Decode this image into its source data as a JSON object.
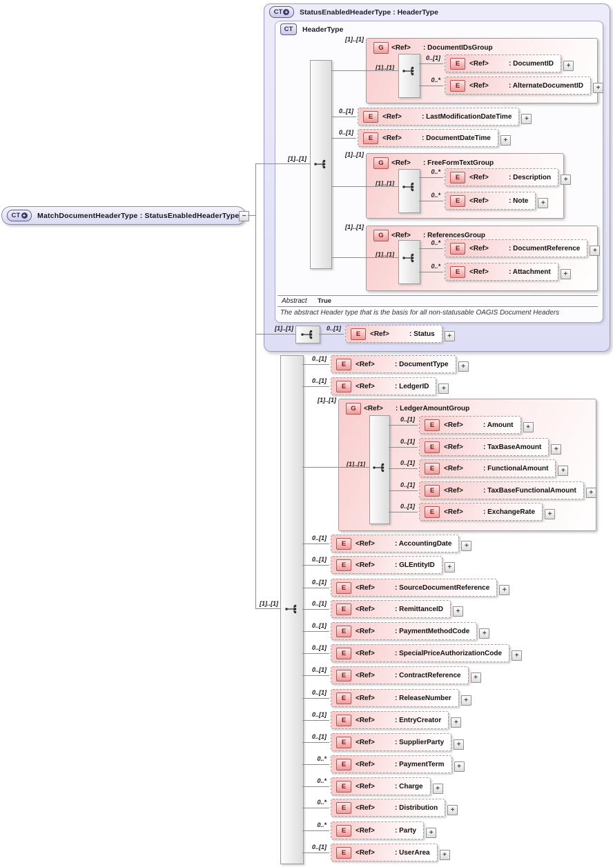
{
  "glyphs": {
    "expand": "+",
    "collapse": "−",
    "badge_ct": "CT",
    "badge_e": "E",
    "badge_g": "G",
    "badge_plus": "+"
  },
  "ref_label": "<Ref>",
  "root": {
    "label": "MatchDocumentHeaderType : StatusEnabledHeaderType"
  },
  "outer": {
    "title": "StatusEnabledHeaderType : HeaderType"
  },
  "header_type": {
    "title": "HeaderType",
    "seq_card": "[1]..[1]",
    "nodes": [
      {
        "kind": "group",
        "card": "[1]..[1]",
        "name": ": DocumentIDsGroup",
        "seq_card": "[1]..[1]",
        "children": [
          {
            "card": "0..[1]",
            "name": ": DocumentID"
          },
          {
            "card": "0..*",
            "name": ": AlternateDocumentID"
          }
        ]
      },
      {
        "kind": "element",
        "card": "0..[1]",
        "name": ": LastModificationDateTime"
      },
      {
        "kind": "element",
        "card": "0..[1]",
        "name": ": DocumentDateTime"
      },
      {
        "kind": "group",
        "card": "[1]..[1]",
        "name": ": FreeFormTextGroup",
        "seq_card": "[1]..[1]",
        "children": [
          {
            "card": "0..*",
            "name": ": Description"
          },
          {
            "card": "0..*",
            "name": ": Note"
          }
        ]
      },
      {
        "kind": "group",
        "card": "[1]..[1]",
        "name": ": ReferencesGroup",
        "seq_card": "[1]..[1]",
        "children": [
          {
            "card": "0..*",
            "name": ": DocumentReference"
          },
          {
            "card": "0..*",
            "name": ": Attachment"
          }
        ]
      }
    ],
    "abstract_label": "Abstract",
    "abstract_value": "True",
    "description": "The abstract Header type that is the basis for all non-statusable OAGIS Document Headers"
  },
  "status_seq": {
    "card": "[1]..[1]"
  },
  "status_element": {
    "card": "0..[1]",
    "name": ": Status"
  },
  "main_seq": {
    "card": "[1]..[1]"
  },
  "main_nodes": [
    {
      "kind": "element",
      "card": "0..[1]",
      "name": ": DocumentType"
    },
    {
      "kind": "element",
      "card": "0..[1]",
      "name": ": LedgerID"
    },
    {
      "kind": "group",
      "card": "[1]..[1]",
      "name": ": LedgerAmountGroup",
      "seq_card": "[1]..[1]",
      "children": [
        {
          "card": "0..[1]",
          "name": ": Amount"
        },
        {
          "card": "0..[1]",
          "name": ": TaxBaseAmount"
        },
        {
          "card": "0..[1]",
          "name": ": FunctionalAmount"
        },
        {
          "card": "0..[1]",
          "name": ": TaxBaseFunctionalAmount"
        },
        {
          "card": "0..[1]",
          "name": ": ExchangeRate"
        }
      ]
    },
    {
      "kind": "element",
      "card": "0..[1]",
      "name": ": AccountingDate"
    },
    {
      "kind": "element",
      "card": "0..[1]",
      "name": ": GLEntityID"
    },
    {
      "kind": "element",
      "card": "0..[1]",
      "name": ": SourceDocumentReference"
    },
    {
      "kind": "element",
      "card": "0..[1]",
      "name": ": RemittanceID"
    },
    {
      "kind": "element",
      "card": "0..[1]",
      "name": ": PaymentMethodCode"
    },
    {
      "kind": "element",
      "card": "0..[1]",
      "name": ": SpecialPriceAuthorizationCode"
    },
    {
      "kind": "element",
      "card": "0..[1]",
      "name": ": ContractReference"
    },
    {
      "kind": "element",
      "card": "0..[1]",
      "name": ": ReleaseNumber"
    },
    {
      "kind": "element",
      "card": "0..[1]",
      "name": ": EntryCreator"
    },
    {
      "kind": "element",
      "card": "0..[1]",
      "name": ": SupplierParty"
    },
    {
      "kind": "element",
      "card": "0..*",
      "name": ": PaymentTerm"
    },
    {
      "kind": "element",
      "card": "0..*",
      "name": ": Charge"
    },
    {
      "kind": "element",
      "card": "0..*",
      "name": ": Distribution"
    },
    {
      "kind": "element",
      "card": "0..*",
      "name": ": Party"
    },
    {
      "kind": "element",
      "card": "0..[1]",
      "name": ": UserArea"
    }
  ]
}
